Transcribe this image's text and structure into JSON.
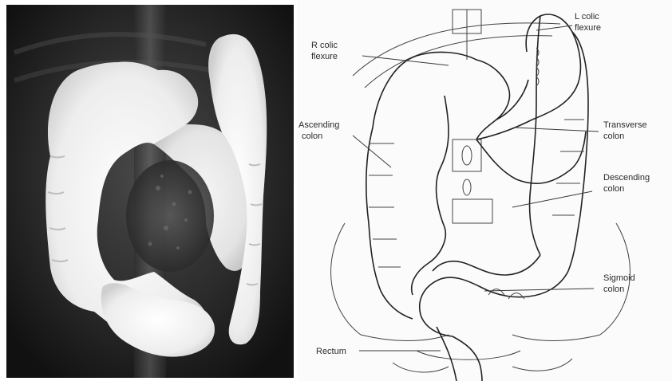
{
  "figure": {
    "labels": {
      "l_colic_flexure": [
        "L colic",
        "flexure"
      ],
      "r_colic_flexure": [
        "R colic",
        "flexure"
      ],
      "ascending_colon": [
        "Ascending",
        "colon"
      ],
      "transverse_colon": [
        "Transverse",
        "colon"
      ],
      "descending_colon": [
        "Descending",
        "colon"
      ],
      "sigmoid_colon": [
        "Sigmoid",
        "colon"
      ],
      "rectum": [
        "Rectum"
      ]
    },
    "colors": {
      "xray_background": "#1b1b1b",
      "contrast_fill": "#f2f2f2",
      "diagram_background": "#fbfbfb",
      "line_color": "#222222"
    }
  }
}
